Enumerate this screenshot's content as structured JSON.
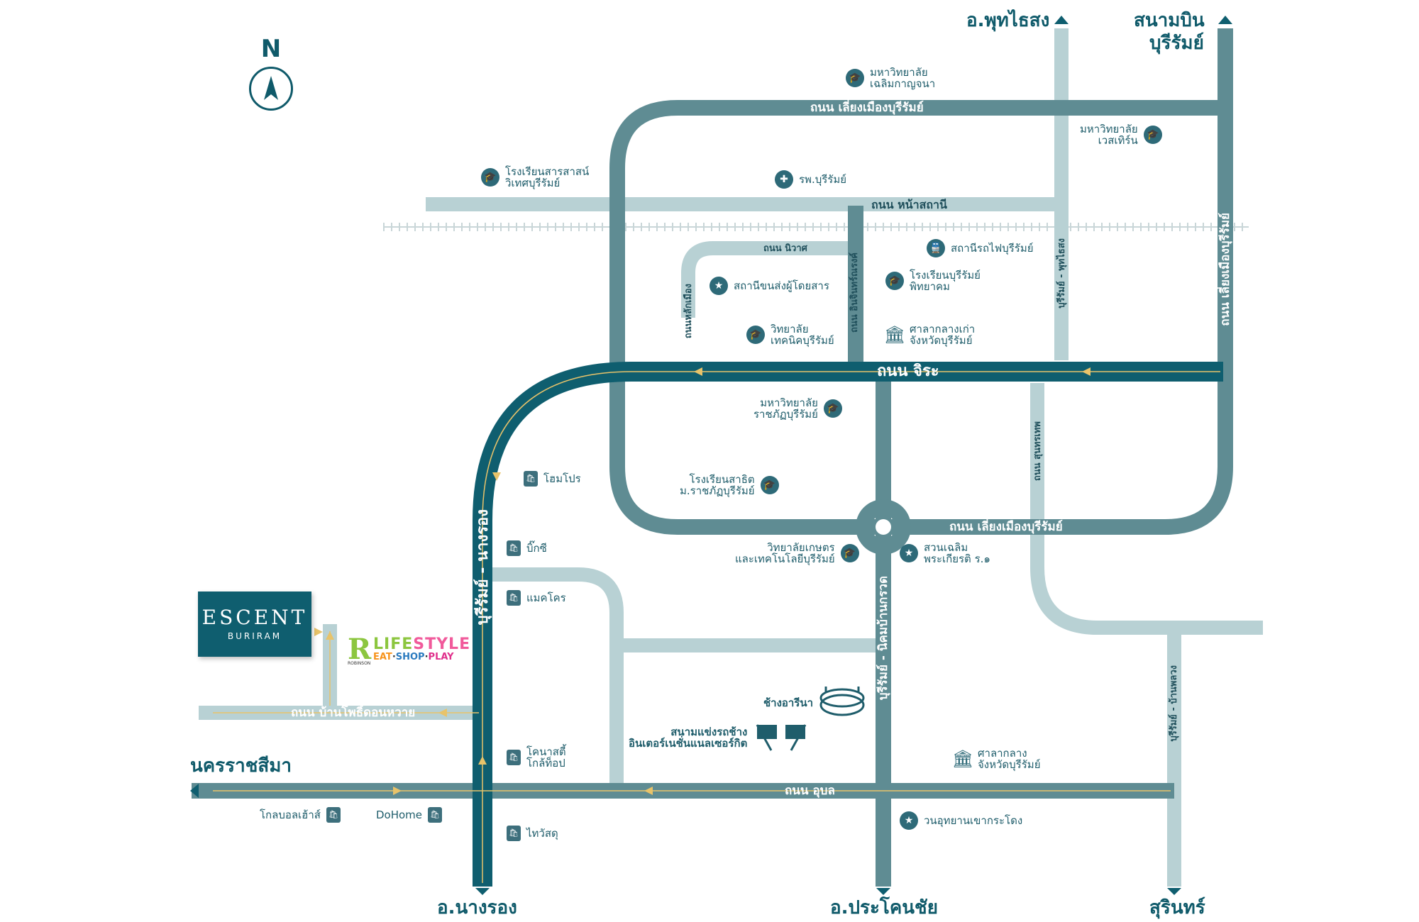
{
  "compass": {
    "letter": "N"
  },
  "brand": {
    "name": "ESCENT",
    "sub": "BURIRAM"
  },
  "robinson": {
    "r": "R",
    "word_life": "LIFE",
    "word_style": "STYLE",
    "eat": "EAT",
    "shop": "SHOP",
    "play": "PLAY",
    "small": "ROBINSON"
  },
  "colors": {
    "main_road": "#0f5e6f",
    "secondary_road": "#5f8c93",
    "minor_road": "#b8d1d4",
    "arrow": "#e8c36a",
    "railway": "#c9d6d8"
  },
  "destinations": {
    "phutthaisong": "อ.พุทไธสง",
    "airport_1": "สนามบิน",
    "airport_2": "บุรีรัมย์",
    "nakhon_ratchasima": "นครราชสีมา",
    "nang_rong": "อ.นางรอง",
    "prakhon_chai": "อ.ประโคนชัย",
    "surin": "สุรินทร์"
  },
  "roads": {
    "liang_mueang_top": "ถนน เลี่ยงเมืองบุรีรัมย์",
    "liang_mueang_bottom": "ถนน เลี่ยงเมืองบุรีรัมย์",
    "liang_mueang_right": "ถนน เลี่ยงเมืองบุรีรัมย์",
    "na_sathani": "ถนน หน้าสถานี",
    "niwat": "ถนน นิวาศ",
    "jira": "ถนน จิระ",
    "intharathip": "ถนน อินจินทร์ณรงค์",
    "lak_mueang": "ถนนหลักเมือง",
    "phutthaisong_road": "บุรีรัมย์ - พุทไธสง",
    "sunthornthep": "ถนน สุนทรเทพ",
    "nang_rong_road": "บุรีรัมย์ - นางรอง",
    "nikhom_road": "บุรีรัมย์ - นิคมบ้านกรวด",
    "ban_phruat_road": "บุรีรัมย์ - บ้านพลวง",
    "ban_pho": "ถนน บ้านโพธิ์ดอนหวาย",
    "ubon": "ถนน อุบล"
  },
  "places": {
    "chalerm": [
      "มหาวิทยาลัย",
      "เฉลิมกาญจนา"
    ],
    "western": [
      "มหาวิทยาลัย",
      "เวสเทิร์น"
    ],
    "sarasas": [
      "โรงเรียนสารสาสน์",
      "วิเทศบุรีรัมย์"
    ],
    "hospital": [
      "รพ.บุรีรัมย์"
    ],
    "train": [
      "สถานีรถไฟบุรีรัมย์"
    ],
    "bus": [
      "สถานีขนส่งผู้โดยสาร"
    ],
    "phitthayakhom": [
      "โรงเรียนบุรีรัมย์",
      "พิทยาคม"
    ],
    "tech": [
      "วิทยาลัย",
      "เทคนิคบุรีรัมย์"
    ],
    "old_hall": [
      "ศาลากลางเก่า",
      "จังหวัดบุรีรัมย์"
    ],
    "rajabhat": [
      "มหาวิทยาลัย",
      "ราชภัฏบุรีรัมย์"
    ],
    "satit": [
      "โรงเรียนสาธิต",
      "ม.ราชภัฏบุรีรัมย์"
    ],
    "homepro": [
      "โฮมโปร"
    ],
    "bigc": [
      "บิ๊กซี"
    ],
    "makro": [
      "แมคโคร"
    ],
    "agri": [
      "วิทยาลัยเกษตร",
      "และเทคโนโลยีบุรีรัมย์"
    ],
    "park": [
      "สวนเฉลิม",
      "พระเกียรติ ร.๑"
    ],
    "arena": [
      "ช้างอารีนา"
    ],
    "circuit": [
      "สนามแข่งรถช้าง",
      "อินเตอร์เนชั่นแนลเซอร์กิต"
    ],
    "new_hall": [
      "ศาลากลาง",
      "จังหวัดบุรีรัมย์"
    ],
    "thai_watsadu_label": [
      "โคนาสตี้",
      "โกล้ท็อป"
    ],
    "global_house": [
      "โกลบอลเฮ้าส์"
    ],
    "dohome": [
      "DoHome"
    ],
    "thai_watsadu": [
      "ไทวัสดุ"
    ],
    "khao_kradong": [
      "วนอุทยานเขากระโดง"
    ]
  }
}
